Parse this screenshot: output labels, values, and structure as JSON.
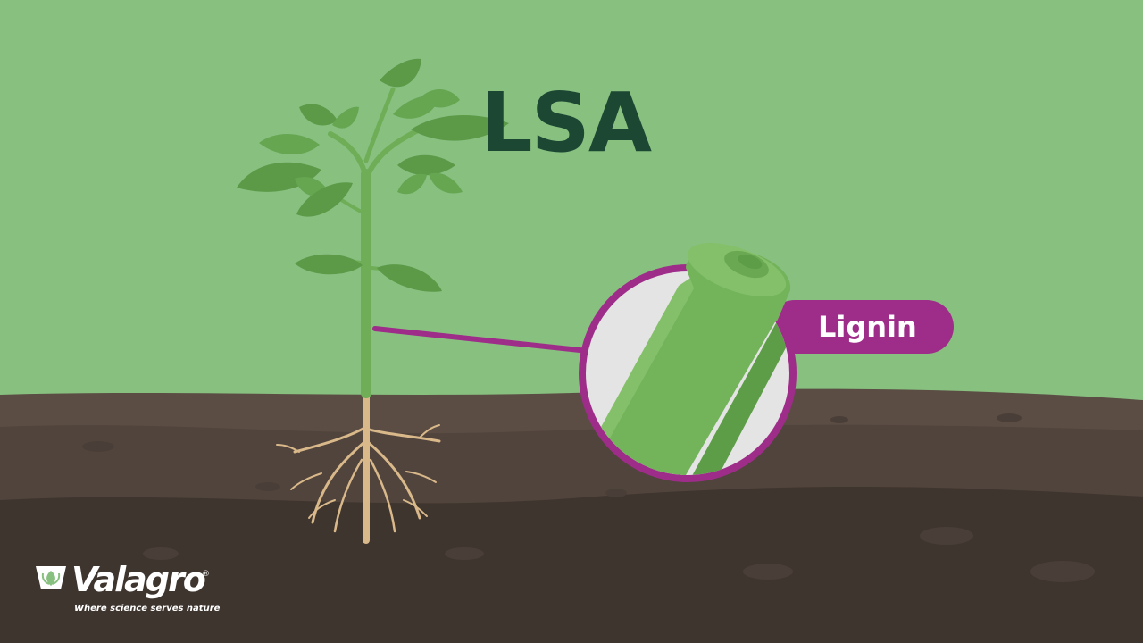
{
  "scene": {
    "title": "LSA",
    "callout_label": "Lignin"
  },
  "brand": {
    "name": "Valagro",
    "registered_mark": "®",
    "tagline": "Where science serves nature",
    "logo_icon": "valagro-leaf-icon"
  },
  "colors": {
    "sky": "#88c080",
    "soil_top": "#5b4d44",
    "soil_deep": "#3f352f",
    "title": "#1c4733",
    "accent": "#9e2d8a",
    "plant_stem": "#6fae57",
    "plant_leaf": "#5c9a48",
    "root": "#d9b88a",
    "white": "#ffffff"
  }
}
